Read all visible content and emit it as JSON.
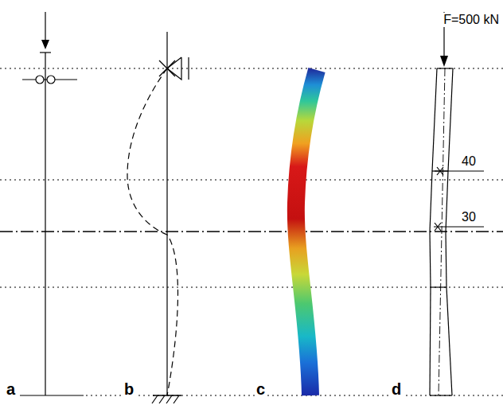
{
  "diagram": {
    "labels": [
      "F=500 kN",
      "40",
      "30",
      "a",
      "b",
      "c",
      "d"
    ]
  }
}
